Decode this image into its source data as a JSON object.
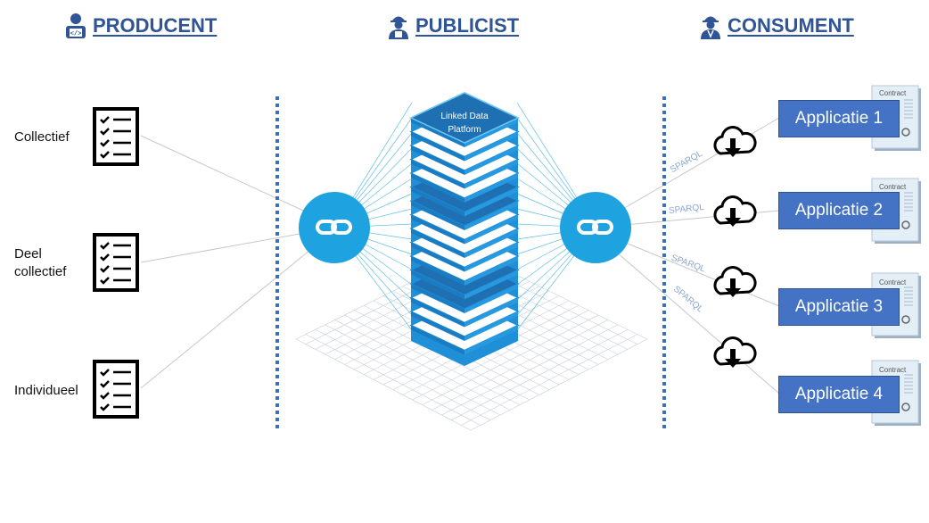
{
  "headers": {
    "producer": "PRODUCENT",
    "publisher": "PUBLICIST",
    "consumer": "CONSUMENT"
  },
  "sources": [
    "Collectief",
    "Deel collectief",
    "Individueel"
  ],
  "platform": {
    "line1": "Linked Data",
    "line2": "Platform"
  },
  "applications": [
    {
      "label": "Applicatie 1",
      "contract": "Contract",
      "protocol": "SPARQL"
    },
    {
      "label": "Applicatie 2",
      "contract": "Contract",
      "protocol": "SPARQL"
    },
    {
      "label": "Applicatie 3",
      "contract": "Contract",
      "protocol": "SPARQL"
    },
    {
      "label": "Applicatie 4",
      "contract": "Contract",
      "protocol": "SPARQL"
    }
  ],
  "colors": {
    "header": "#2f5597",
    "hub": "#1fa3e0",
    "tower": "#1f6fb3",
    "app": "#4472c4",
    "divider": "#3a6fc2",
    "sparql": "#8aa6d0"
  },
  "icons": {
    "producer": "developer-icon",
    "publisher": "construction-worker-icon",
    "consumer": "engineer-icon",
    "source": "checklist-icon",
    "hub": "link-icon",
    "download": "cloud-download-icon"
  }
}
